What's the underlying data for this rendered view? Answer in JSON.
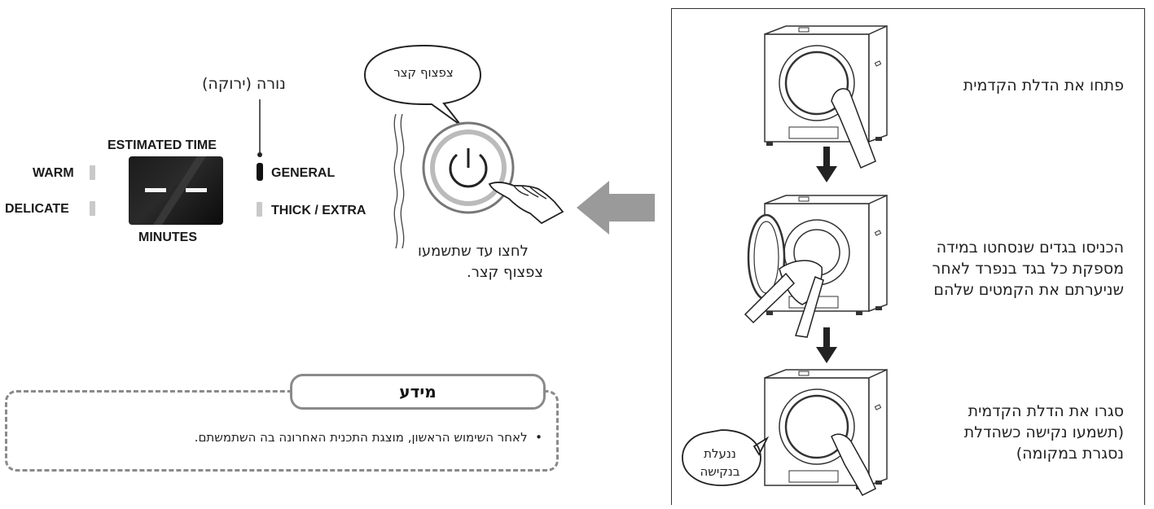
{
  "panel": {
    "led_callout": "נורה (ירוקה)",
    "estimated_time": "ESTIMATED TIME",
    "minutes": "MINUTES",
    "warm": "WARM",
    "delicate": "DELICATE",
    "general": "GENERAL",
    "thick_extra": "THICK / EXTRA"
  },
  "power": {
    "bubble": "צפצוף קצר",
    "instruction_line1": "לחצו עד שתשמעו",
    "instruction_line2": "צפצוף קצר."
  },
  "info": {
    "title": "מידע",
    "bullet": "לאחר השימוש הראשון, מוצגת התכנית האחרונה בה השתמשתם."
  },
  "steps": [
    {
      "lines": [
        "פתחו את הדלת הקדמית"
      ]
    },
    {
      "lines": [
        "הכניסו בגדים שנסחטו במידה",
        "מספקת כל בגד בנפרד לאחר",
        "שניערתם את הקמטים שלהם"
      ]
    },
    {
      "lines": [
        "סגרו את הדלת הקדמית",
        "(תשמעו נקישה כשהדלת",
        "נסגרת במקומה)"
      ]
    }
  ],
  "lock_bubble": {
    "line1": "ננעלת",
    "line2": "בנקישה"
  },
  "icons": [
    "power-icon",
    "pointing-hand-icon",
    "arrow-left-icon",
    "arrow-down-icon",
    "dryer-icon"
  ]
}
